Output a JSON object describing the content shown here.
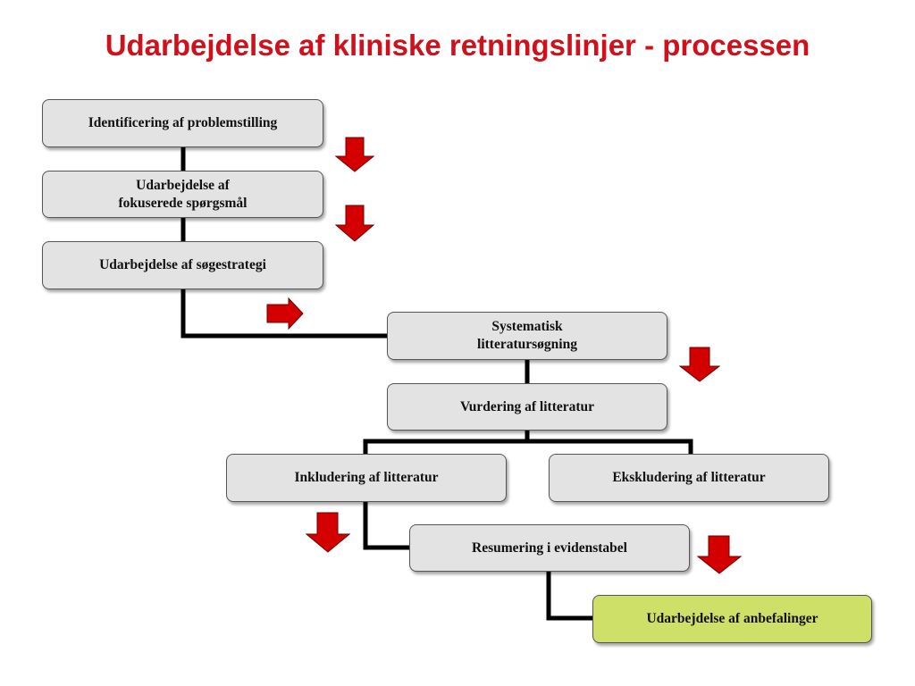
{
  "title": "Udarbejdelse af kliniske retningslinjer - processen",
  "steps": [
    {
      "label": "Identificering af problemstilling"
    },
    {
      "label": "Udarbejdelse af\nfokuserede spørgsmål"
    },
    {
      "label": "Udarbejdelse af søgestrategi"
    },
    {
      "label": "Systematisk\nlitteratursøgning"
    },
    {
      "label": "Vurdering af litteratur"
    },
    {
      "label": "Inkludering af litteratur"
    },
    {
      "label": "Ekskludering af litteratur"
    },
    {
      "label": "Resumering i evidenstabel"
    },
    {
      "label": "Udarbejdelse af anbefalinger"
    }
  ],
  "colors": {
    "title": "#d0101a",
    "box_fill": "#e3e3e3",
    "final_box_fill": "#cfe068",
    "arrow_fill": "#d40000",
    "connector": "#000000"
  }
}
